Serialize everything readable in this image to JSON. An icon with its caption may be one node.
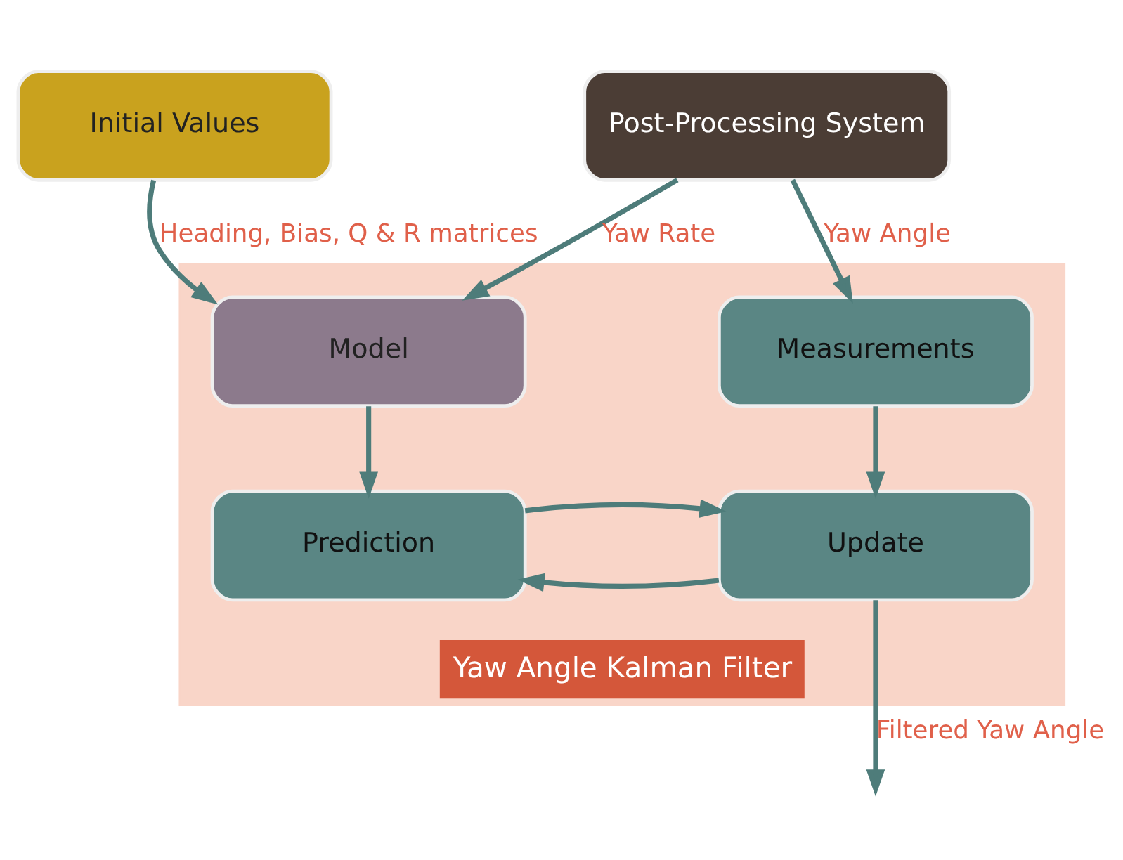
{
  "diagram": {
    "nodes": [
      {
        "text": [
          "Initial Values"
        ]
      },
      {
        "text": [
          "Post-Processing System"
        ]
      },
      {
        "text": [
          "Yaw Angle Kalman Filter"
        ]
      },
      {
        "text": [
          "Model"
        ],
        "in": 2
      },
      {
        "text": [
          "Measurements"
        ],
        "in": 2
      },
      {
        "text": [
          "Prediction"
        ],
        "in": 2
      },
      {
        "text": [
          "Update"
        ],
        "in": 2
      }
    ],
    "edges": [
      {
        "from": 0,
        "to": 3,
        "arrow": "to",
        "label": "Heading, Bias, Q & R matrices"
      },
      {
        "from": 1,
        "to": 3,
        "arrow": "to",
        "label": "Yaw Rate"
      },
      {
        "from": 1,
        "to": 4,
        "arrow": "to",
        "label": "Yaw Angle"
      },
      {
        "from": 3,
        "to": 5,
        "arrow": "to"
      },
      {
        "from": 4,
        "to": 6,
        "arrow": "to"
      },
      {
        "from": 6,
        "to": 5,
        "arrow": "to"
      },
      {
        "from": 5,
        "to": 6,
        "arrow": "to"
      },
      {
        "from": 6,
        "to": null,
        "arrow": "to",
        "label": "Filtered Yaw Angle"
      }
    ]
  }
}
